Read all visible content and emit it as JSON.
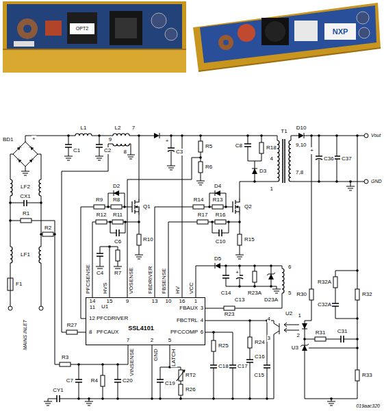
{
  "diagram": {
    "nodes": [
      {
        "text": [
          "U1",
          "SSL4101"
        ]
      }
    ],
    "labels": [
      "OPT2",
      "NXP",
      "BD1",
      "+",
      "L1",
      "C1",
      "C2",
      "L2",
      "9",
      "8",
      "7",
      "C3",
      "+",
      "R5",
      "R6",
      "C8",
      "R18",
      "T1",
      "4",
      "1",
      "D3",
      "D10",
      "9,10",
      "7,8",
      "+",
      "C36",
      "C37",
      "Vout",
      "GND",
      "Q1",
      "D2",
      "R9",
      "R8",
      "R12",
      "R11",
      "C6",
      "R10",
      "C4",
      "R7",
      "Q2",
      "D4",
      "R14",
      "R13",
      "R17",
      "R16",
      "C10",
      "R15",
      "PFCSENSE",
      "14",
      "11",
      "HVS",
      "15",
      "VOSENSE",
      "9",
      "FBDRIVER",
      "13",
      "FBSENSE",
      "10",
      "HV",
      "16",
      "VCC",
      "1",
      "PFCDRIVER",
      "12",
      "PFCAUX",
      "8",
      "VINSENSE",
      "7",
      "GND",
      "2",
      "LATCH",
      "5",
      "FBAUX",
      "3",
      "FBCTRL",
      "4",
      "PFCCOMP",
      "6",
      "D5",
      "C14",
      "C13",
      "+",
      "R23A",
      "D23A",
      "6",
      "5",
      "R23",
      "R27",
      "R3",
      "C7",
      "CY1",
      "R4",
      "C20",
      "C19",
      "RT2",
      "R26",
      "R25",
      "C18",
      "C17",
      "R24",
      "C16",
      "C15",
      "U2",
      "4",
      "3",
      "1",
      "2",
      "R30",
      "R32A",
      "C32A",
      "R32",
      "R31",
      "C31",
      "U3",
      "R33",
      "LF2",
      "CX1",
      "R1",
      "R2",
      "LF1",
      "F1",
      "MAINS INLET",
      "019aac320"
    ]
  }
}
